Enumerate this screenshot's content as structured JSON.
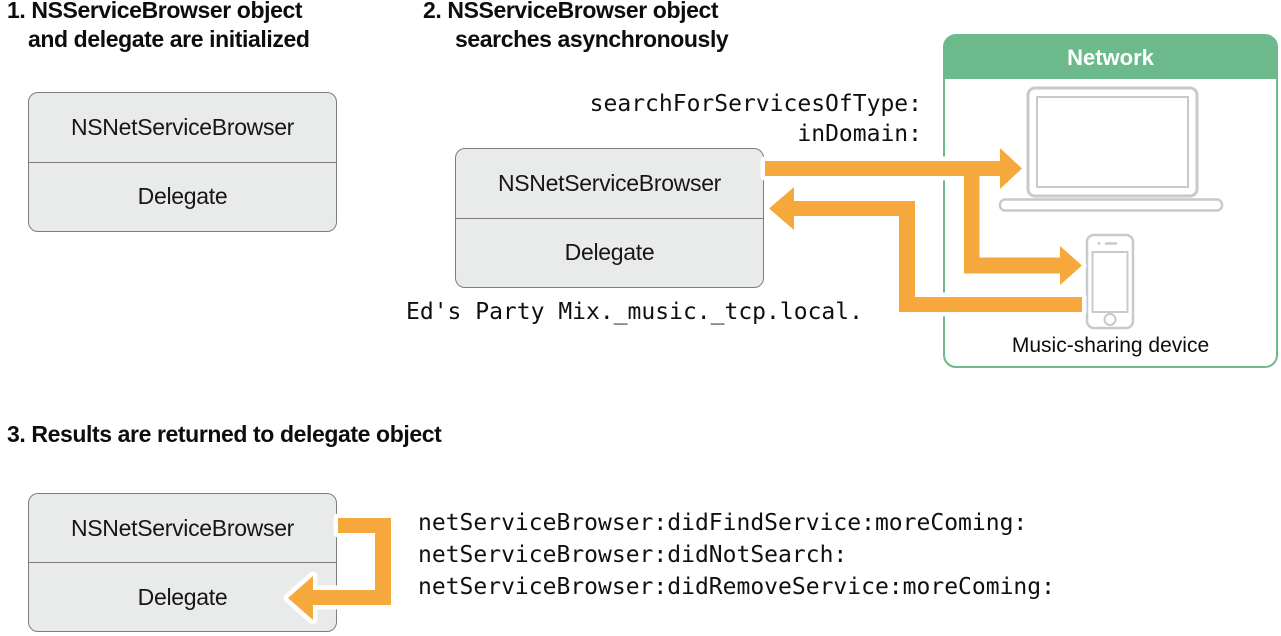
{
  "palette": {
    "orange": "#F6A83C",
    "green": "#6CBA8C",
    "box_fill": "#E9EAEA",
    "box_border": "#7D7D7D",
    "device_stroke": "#C6CACC",
    "text": "#111111"
  },
  "step1": {
    "title_line1": "1. NSServiceBrowser object",
    "title_line2": "and delegate are initialized",
    "box_top": "NSNetServiceBrowser",
    "box_bottom": "Delegate"
  },
  "step2": {
    "title_line1": "2. NSServiceBrowser object",
    "title_line2": "searches asynchronously",
    "call_line1": "searchForServicesOfType:",
    "call_line2": "inDomain:",
    "box_top": "NSNetServiceBrowser",
    "box_bottom": "Delegate",
    "service_result": "Ed's Party Mix._music._tcp.local."
  },
  "network_panel": {
    "title": "Network",
    "device_label": "Music-sharing device"
  },
  "step3": {
    "title": "3. Results are returned to delegate object",
    "box_top": "NSNetServiceBrowser",
    "box_bottom": "Delegate",
    "methods": [
      "netServiceBrowser:didFindService:moreComing:",
      "netServiceBrowser:didNotSearch:",
      "netServiceBrowser:didRemoveService:moreComing:"
    ]
  }
}
